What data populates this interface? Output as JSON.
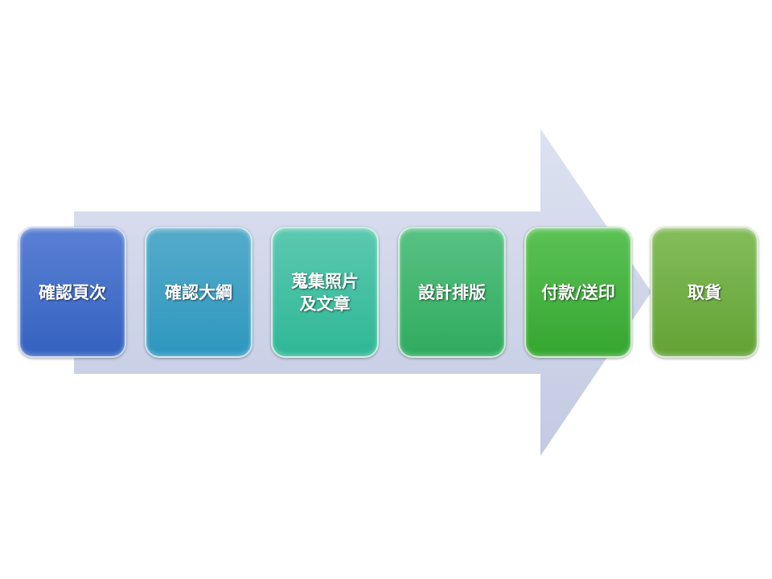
{
  "steps": [
    {
      "label": "確認頁次",
      "color_top": "#5a80d4",
      "color_bottom": "#3462c0"
    },
    {
      "label": "確認大綱",
      "color_top": "#55abc9",
      "color_bottom": "#2e97bf"
    },
    {
      "label": "蒐集照片\n及文章",
      "color_top": "#5bc9b0",
      "color_bottom": "#2fb796"
    },
    {
      "label": "設計排版",
      "color_top": "#58c283",
      "color_bottom": "#2fab5e"
    },
    {
      "label": "付款/送印",
      "color_top": "#5cc256",
      "color_bottom": "#34a62f"
    },
    {
      "label": "取貨",
      "color_top": "#83bd5a",
      "color_bottom": "#63a235"
    }
  ],
  "arrow_color": "#cdd3e8"
}
